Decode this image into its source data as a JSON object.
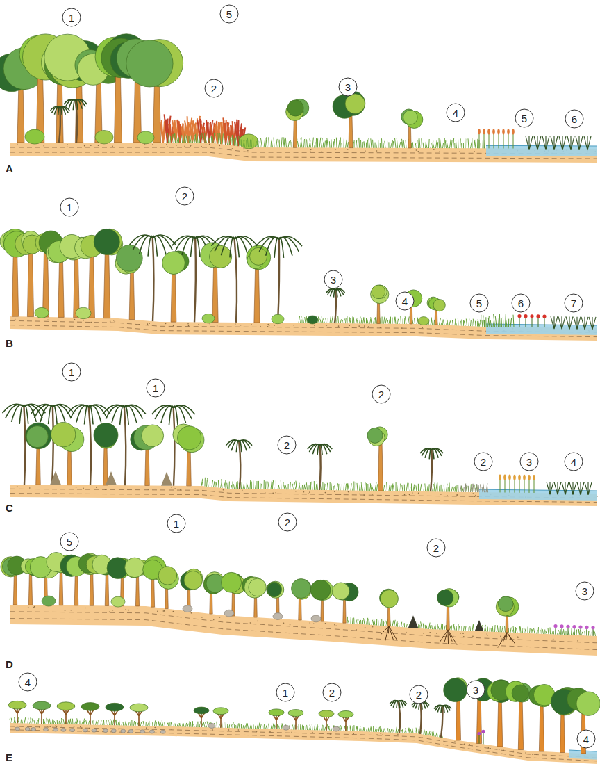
{
  "diagram": {
    "nodes": [
      {
        "text": [
          "1"
        ]
      },
      {
        "text": [
          "2"
        ]
      },
      {
        "text": [
          "3"
        ]
      },
      {
        "text": [
          "4"
        ]
      },
      {
        "text": [
          "5"
        ]
      },
      {
        "text": [
          "6"
        ]
      },
      {
        "text": [
          "1"
        ]
      },
      {
        "text": [
          "2"
        ]
      },
      {
        "text": [
          "3"
        ]
      },
      {
        "text": [
          "4"
        ]
      },
      {
        "text": [
          "5"
        ]
      },
      {
        "text": [
          "6"
        ]
      },
      {
        "text": [
          "7"
        ]
      },
      {
        "text": [
          "1"
        ]
      },
      {
        "text": [
          "1"
        ]
      },
      {
        "text": [
          "2"
        ]
      },
      {
        "text": [
          "2"
        ]
      },
      {
        "text": [
          "2"
        ]
      },
      {
        "text": [
          "3"
        ]
      },
      {
        "text": [
          "4"
        ]
      },
      {
        "text": [
          "5"
        ]
      },
      {
        "text": [
          "1"
        ]
      },
      {
        "text": [
          "2"
        ]
      },
      {
        "text": [
          "2"
        ]
      },
      {
        "text": [
          "3"
        ]
      },
      {
        "text": [
          "4"
        ]
      },
      {
        "text": [
          "1"
        ]
      },
      {
        "text": [
          "2"
        ]
      },
      {
        "text": [
          "2"
        ]
      },
      {
        "text": [
          "3"
        ]
      },
      {
        "text": [
          "4"
        ]
      },
      {
        "text": [
          "5"
        ]
      }
    ],
    "labels": [
      "A",
      "B",
      "C",
      "D",
      "E"
    ]
  }
}
